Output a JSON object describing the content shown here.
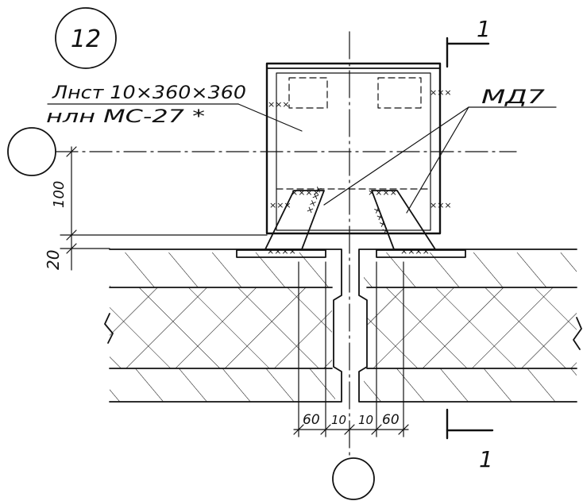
{
  "detail": {
    "number": "12"
  },
  "section_mark": {
    "label_top": "1",
    "label_bottom": "1"
  },
  "callouts": {
    "plate_line1": "Лнст 10×360×360",
    "plate_line2": "нлн МС-27 *",
    "embedded": "МД7"
  },
  "dimensions": {
    "height_100": "100",
    "gap_20": "20",
    "left_60": "60",
    "left_10": "10",
    "right_10": "10",
    "right_60": "60"
  },
  "colors": {
    "ink": "#111111",
    "paper": "#ffffff"
  }
}
